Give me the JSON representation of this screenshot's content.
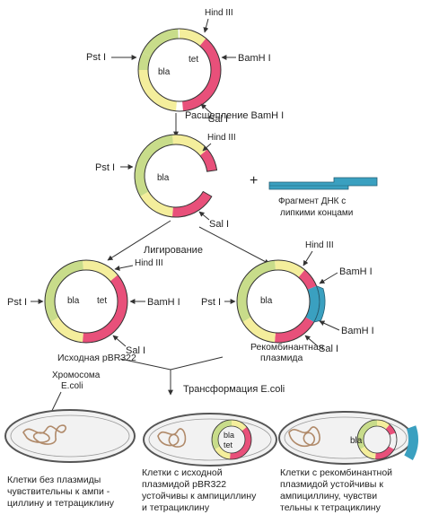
{
  "colors": {
    "bla": "#c8dc8a",
    "tet": "#e8507a",
    "yellow": "#f4ee9c",
    "insert": "#3aa0c0",
    "cell_fill": "#f2f2f2",
    "cell_edge": "#555555",
    "chromosome": "#b08a6a",
    "line": "#333333"
  },
  "step1": {
    "pst": "Pst I",
    "hind": "Hind III",
    "bam": "BamH I",
    "sal": "Sal I",
    "bla": "bla",
    "tet": "tet"
  },
  "step1_arrow": "Расщепление BamH I",
  "step2": {
    "pst": "Pst I",
    "hind": "Hind III",
    "sal": "Sal I",
    "bla": "bla",
    "plus": "+",
    "fragment_line1": "Фрагмент ДНК с",
    "fragment_line2": "липкими концами"
  },
  "ligation": "Лигирование",
  "left_plasmid": {
    "pst": "Pst I",
    "hind": "Hind III",
    "bam": "BamH I",
    "sal": "Sal I",
    "bla": "bla",
    "tet": "tet",
    "caption": "Исходная pBR322"
  },
  "right_plasmid": {
    "pst": "Pst I",
    "hind": "Hind III",
    "bam_top": "BamH I",
    "bam_bottom": "BamH I",
    "sal": "Sal I",
    "bla": "bla",
    "caption_line1": "Рекомбинантная",
    "caption_line2": "плазмида"
  },
  "chromosome_label_line1": "Хромосома",
  "chromosome_label_line2": "E.coli",
  "transformation": "Трансформация   E.coli",
  "cells": {
    "c2_bla": "bla",
    "c2_tet": "tet",
    "c3_bla": "bla"
  },
  "captions": {
    "c1": [
      "Клетки без плазмиды",
      "чувствительны к ампи -",
      "циллину и тетрациклину"
    ],
    "c2": [
      "Клетки с исходной",
      "плазмидой pBR322",
      "устойчивы к ампициллину",
      "и тетрациклину"
    ],
    "c3": [
      "Клетки с рекомбинантной",
      "плазмидой устойчивы к",
      "ампициллину, чувстви",
      "тельны  к  тетрациклину"
    ]
  }
}
